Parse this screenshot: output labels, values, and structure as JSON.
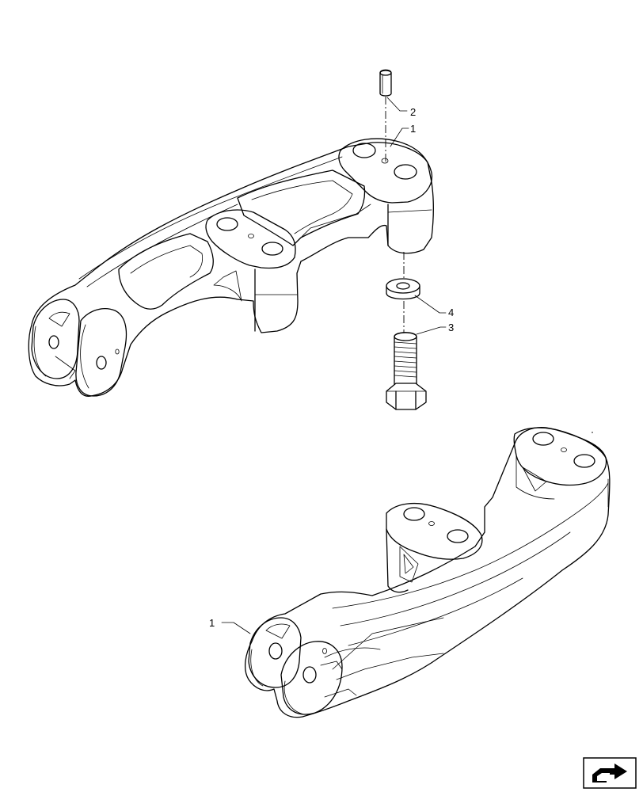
{
  "callouts": {
    "c2": "2",
    "c1_top": "1",
    "c4": "4",
    "c3": "3",
    "c1_bottom": "1"
  },
  "icons": {
    "nav": "next-page-arrow-icon"
  }
}
